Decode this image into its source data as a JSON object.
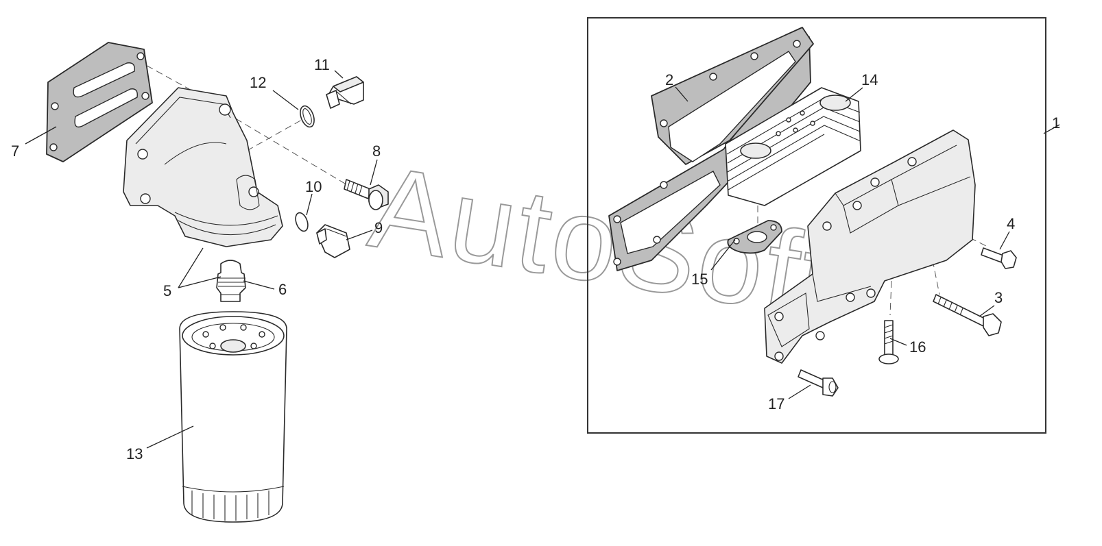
{
  "watermark": "AutoSoft",
  "callouts": [
    {
      "id": "1",
      "text": "1"
    },
    {
      "id": "2",
      "text": "2"
    },
    {
      "id": "3",
      "text": "3"
    },
    {
      "id": "4",
      "text": "4"
    },
    {
      "id": "5",
      "text": "5"
    },
    {
      "id": "6",
      "text": "6"
    },
    {
      "id": "7",
      "text": "7"
    },
    {
      "id": "8",
      "text": "8"
    },
    {
      "id": "9",
      "text": "9"
    },
    {
      "id": "10",
      "text": "10"
    },
    {
      "id": "11",
      "text": "11"
    },
    {
      "id": "12",
      "text": "12"
    },
    {
      "id": "13",
      "text": "13"
    },
    {
      "id": "14",
      "text": "14"
    },
    {
      "id": "15",
      "text": "15"
    },
    {
      "id": "16",
      "text": "16"
    },
    {
      "id": "17",
      "text": "17"
    }
  ]
}
